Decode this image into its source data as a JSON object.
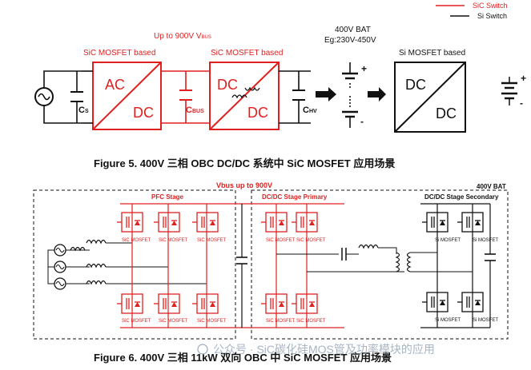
{
  "legend": {
    "sic_label": "SiC Switch",
    "si_label": "Si Switch",
    "sic_color": "#e02020",
    "si_color": "#111111"
  },
  "figure5": {
    "vbus_label_a": "Up to 900V V",
    "vbus_label_b": "BUS",
    "block1_title": "SiC MOSFET based",
    "block2_title": "SiC MOSFET based",
    "block3_title": "Si MOSFET based",
    "ac": "AC",
    "dc": "DC",
    "cs_a": "C",
    "cs_b": "S",
    "cbus_a": "C",
    "cbus_b": "BUS",
    "chv_a": "C",
    "chv_b": "HV",
    "bat_title": "400V BAT",
    "bat_range": "Eg:230V-450V",
    "plus": "+",
    "minus": "-",
    "caption": "Figure 5.    400V 三相 OBC DC/DC 系统中 SiC MOSFET 应用场景"
  },
  "figure6": {
    "vbus_label": "Vbus up to 900V",
    "pfc_stage": "PFC Stage",
    "dcdc_primary": "DC/DC Stage Primary",
    "dcdc_secondary": "DC/DC Stage Secondary",
    "bat": "400V BAT",
    "sic_mosfet": "SiC MOSFET",
    "si_mosfet": "Si MOSFET",
    "caption": "Figure 6.    400V 三相 11kW 双向 OBC 中 SiC MOSFET 应用场景"
  },
  "watermark": "公众号 · SiC碳化硅MOS管及功率模块的应用"
}
